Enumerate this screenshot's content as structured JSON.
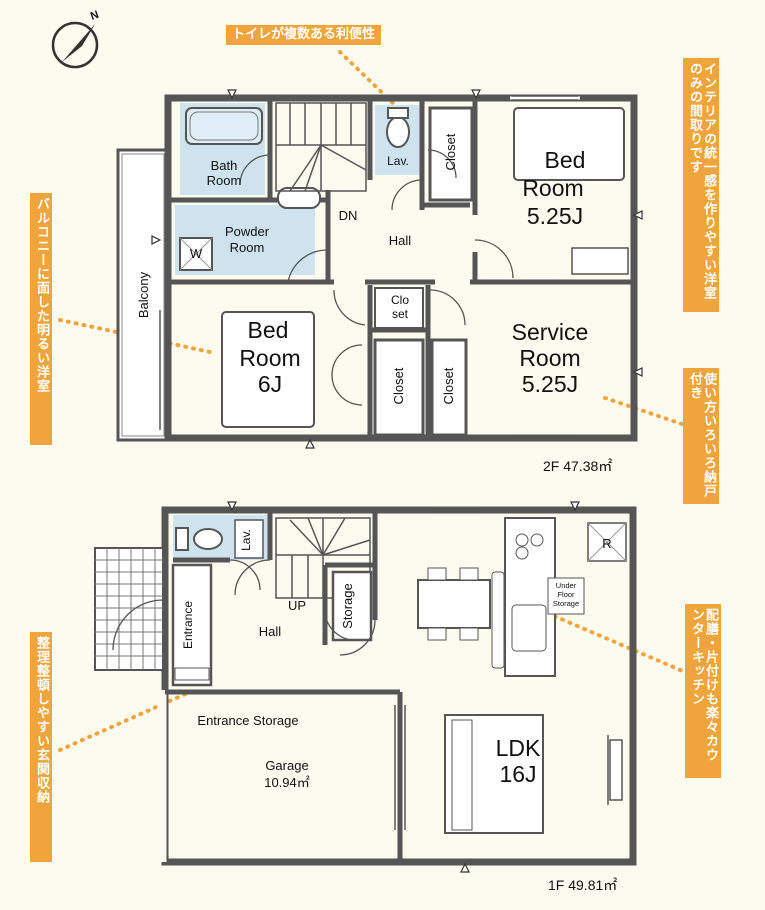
{
  "callouts": {
    "toilet": "トイレが複数ある利便性",
    "interior": "インテリアの統一感を作りやすい洋室のみの間取りです",
    "balcony": "バルコニーに面した明るい洋室",
    "storage_room": "使い方いろいろ納戸付き",
    "kitchen": "配膳・片付けも楽々カウンターキッチン",
    "entrance": "整理整頓しやすい玄関収納"
  },
  "floor2": {
    "area": "2F 47.38㎡",
    "bath1": "Bath",
    "bath2": "Room",
    "lav": "Lav.",
    "closet_top": "Closet",
    "bed1_1": "Bed",
    "bed1_2": "Room",
    "bed1_3": "5.25J",
    "powder1": "Powder",
    "powder2": "Room",
    "w": "W",
    "dn": "DN",
    "hall": "Hall",
    "balcony": "Balcony",
    "bed2_1": "Bed",
    "bed2_2": "Room",
    "bed2_3": "6J",
    "closet_small1": "Clo",
    "closet_small2": "set",
    "closet_a": "Closet",
    "closet_b": "Closet",
    "service1": "Service",
    "service2": "Room",
    "service3": "5.25J"
  },
  "floor1": {
    "area": "1F 49.81㎡",
    "lav": "Lav.",
    "entrance": "Entrance",
    "up": "UP",
    "hall": "Hall",
    "storage": "Storage",
    "r": "R",
    "underfloor1": "Under",
    "underfloor2": "Floor",
    "underfloor3": "Storage",
    "entrance_storage": "Entrance Storage",
    "garage1": "Garage",
    "garage2": "10.94㎡",
    "ldk1": "LDK",
    "ldk2": "16J"
  },
  "compass": {
    "label": "N"
  },
  "colors": {
    "accent": "#f0a53c",
    "wet_area": "#cfe3ee",
    "wall": "#555555",
    "background": "#fbfbf0"
  }
}
